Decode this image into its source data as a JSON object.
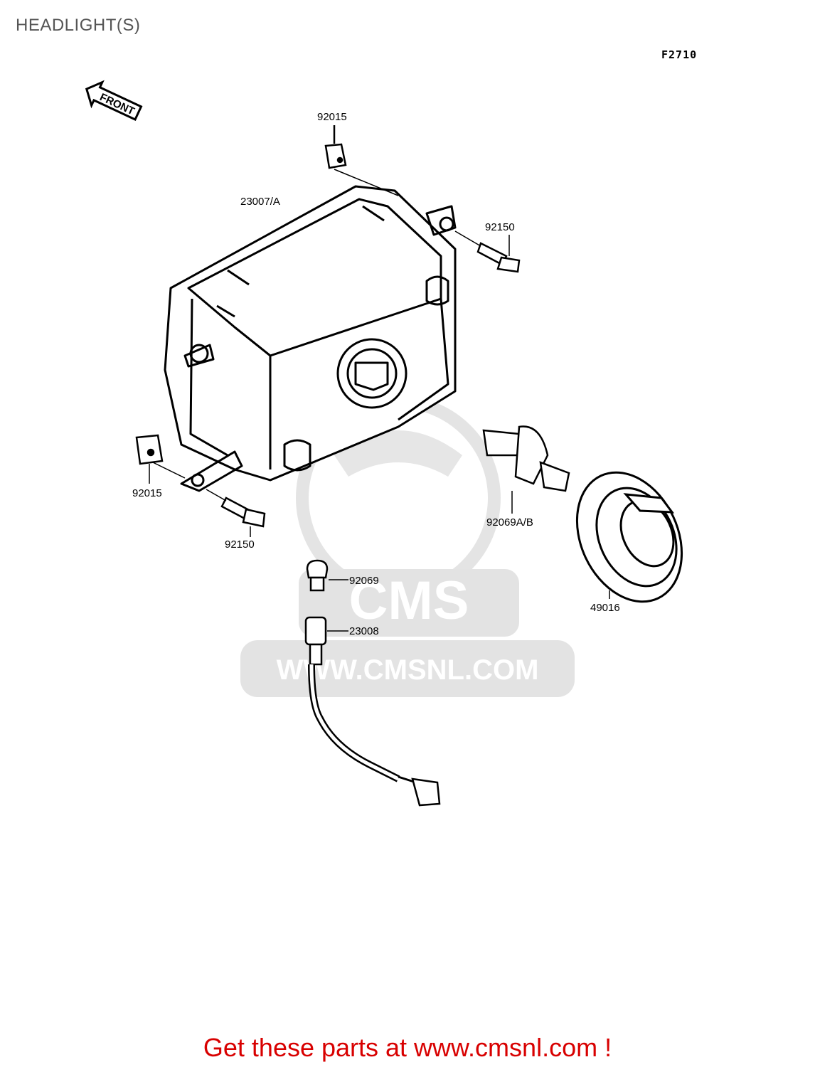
{
  "title": "HEADLIGHT(S)",
  "figure_code": "F2710",
  "front_arrow_label": "FRONT",
  "watermark": {
    "brand": "CMS",
    "url": "WWW.CMSNL.COM"
  },
  "parts": {
    "clip_top": "92015",
    "headlight_unit": "23007/A",
    "bolt_upper": "92150",
    "clip_lower": "92015",
    "bolt_lower": "92150",
    "bulb_main": "92069A/B",
    "bulb_small": "92069",
    "socket": "23008",
    "cover": "49016"
  },
  "footer": "Get these parts at www.cmsnl.com !"
}
